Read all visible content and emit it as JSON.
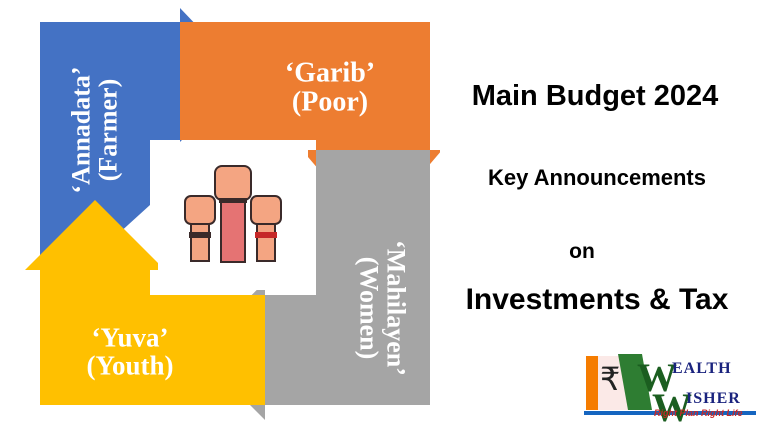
{
  "segments": {
    "farmer": {
      "line1": "‘Annadata’",
      "line2": "(Farmer)",
      "color": "#4472c4"
    },
    "poor": {
      "line1": "‘Garib’",
      "line2": "(Poor)",
      "color": "#ed7d31"
    },
    "women": {
      "line1": "‘Mahilayen’",
      "line2": "(Women)",
      "color": "#a5a5a5"
    },
    "youth": {
      "line1": "‘Yuva’",
      "line2": "(Youth)",
      "color": "#ffc000"
    }
  },
  "center_icon": "raised-fists-icon",
  "title": {
    "main": "Main Budget 2024",
    "sub": "Key Announcements",
    "on": "on",
    "focus": "Investments & Tax"
  },
  "logo": {
    "w1_initial": "W",
    "w1_rest": "EALTH",
    "w2_initial": "W",
    "w2_rest": "ISHER",
    "symbol": "₹",
    "tagline": "Right Plan Right Life"
  }
}
